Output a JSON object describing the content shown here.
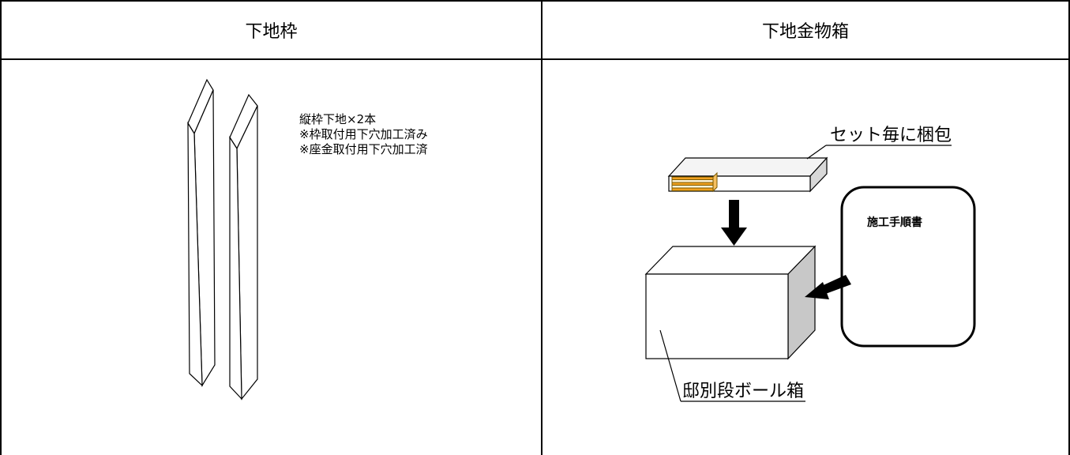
{
  "headers": {
    "left": "下地枠",
    "right": "下地金物箱"
  },
  "left_panel": {
    "notes": [
      "縦枠下地×2本",
      "※枠取付用下穴加工済み",
      "※座金取付用下穴加工済"
    ]
  },
  "right_panel": {
    "package_label": "セット毎に梱包",
    "manual_label": "施工手順書",
    "box_label": "邸別段ボール箱"
  },
  "colors": {
    "border": "#000000",
    "box_side_shade": "#c8c8c8",
    "strip_orange": "#f0a020",
    "strip_light": "#ffffff",
    "plate_fill": "#f8f8f8"
  }
}
